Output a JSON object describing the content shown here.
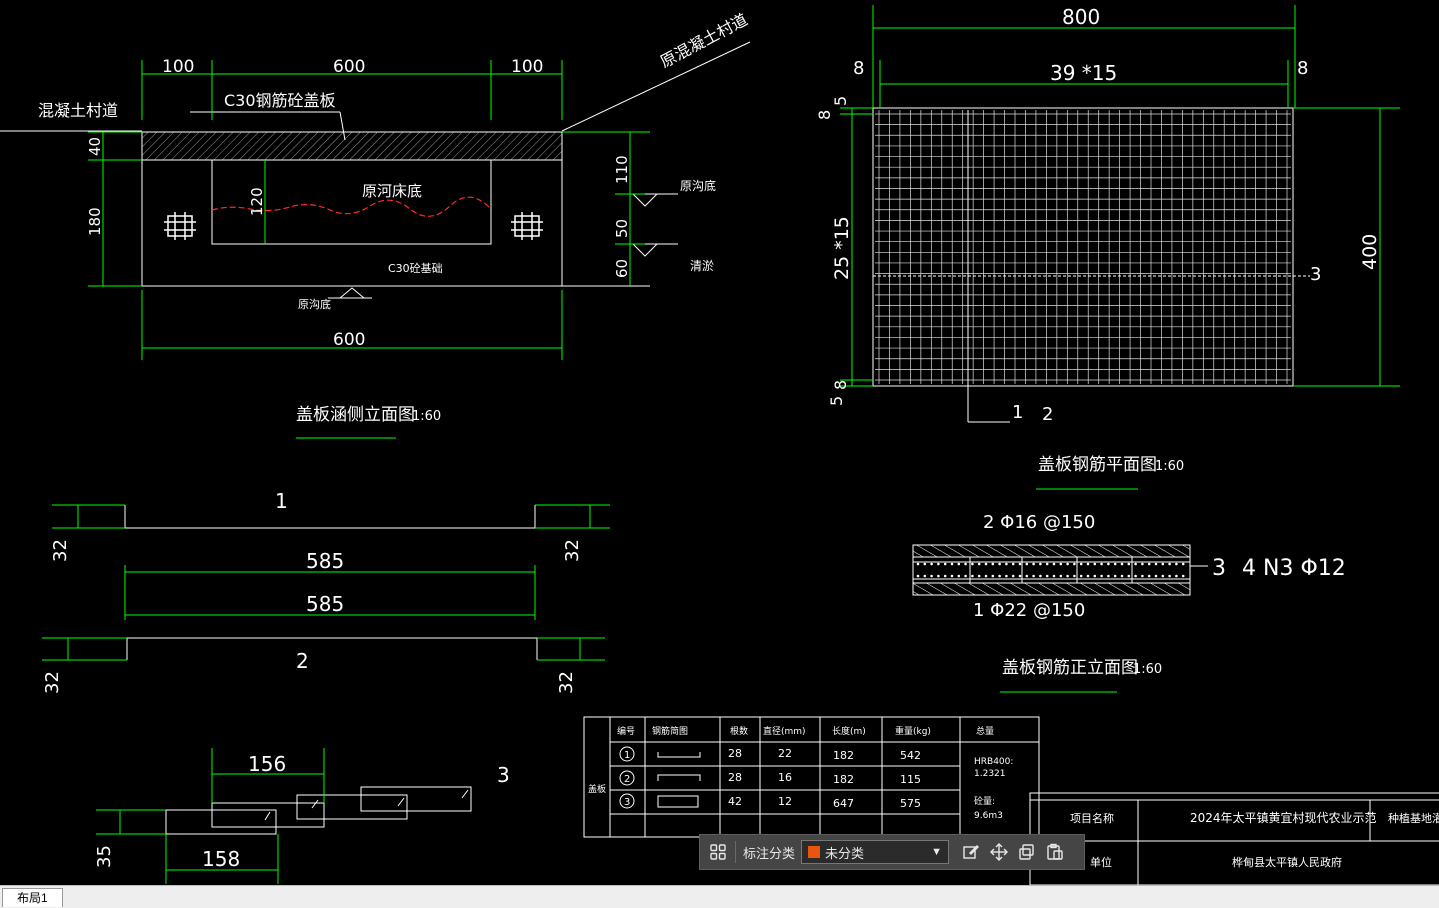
{
  "toolbar": {
    "label": "标注分类",
    "selected": "未分类",
    "swatch_color": "#e8550f",
    "icons": [
      "grid-icon",
      "edit-icon",
      "move-icon",
      "copy-icon",
      "paste-icon"
    ]
  },
  "layout_tab": "布局1",
  "colors": {
    "background": "#000000",
    "dimension": "#00ff00",
    "line": "#ffffff",
    "riverbed": "#ff0000"
  },
  "side_view": {
    "title": "盖板涵侧立面图",
    "scale": "1:60",
    "label_road": "混凝土村道",
    "label_existing_road": "原混凝土村道",
    "label_slab": "C30钢筋砼盖板",
    "label_riverbed": "原河床底",
    "label_concrete": "C30砼基础",
    "label_river_bottom": "原沟底",
    "label_cleanup": "清淤",
    "label_bottom": "原沟底",
    "dim_top": [
      "100",
      "600",
      "100"
    ],
    "dim_bottom": "600",
    "dim_left": [
      "40",
      "180"
    ],
    "dim_inner": "120",
    "dim_right": [
      "110",
      "50",
      "60"
    ]
  },
  "plan_view": {
    "title": "盖板钢筋平面图",
    "scale": "1:60",
    "dim_width": "800",
    "dim_grid_x": "39 *15",
    "dim_edge_left": "8",
    "dim_edge_right": "8",
    "dim_top_small": [
      "8",
      "5"
    ],
    "dim_bottom_small": [
      "5",
      "8"
    ],
    "dim_grid_y": "25 *15",
    "dim_height": "400",
    "callout_3": "3",
    "callout_1": "1",
    "callout_2": "2"
  },
  "front_view": {
    "title": "盖板钢筋正立面图",
    "scale": "1:60",
    "bar_2": "2  Φ16 @150",
    "bar_1": "1  Φ22 @150",
    "bar_3": "3",
    "bar_4": "4 N3 Φ12"
  },
  "bar_details": {
    "bar1_label": "1",
    "bar1_len": "585",
    "bar1_hook": "32",
    "bar2_label": "2",
    "bar2_len": "585",
    "bar2_hook": "32",
    "bar3_label": "3",
    "bar3_top": "156",
    "bar3_bottom": "158",
    "bar3_side": "35"
  },
  "rebar_table": {
    "side_label": "盖板",
    "headers": [
      "编号",
      "钢筋简图",
      "根数",
      "直径(mm)",
      "长度(m)",
      "重量(kg)",
      "总量"
    ],
    "rows": [
      {
        "no": "1",
        "count": "28",
        "dia": "22",
        "len": "182",
        "weight": "542"
      },
      {
        "no": "2",
        "count": "28",
        "dia": "16",
        "len": "182",
        "weight": "115"
      },
      {
        "no": "3",
        "count": "42",
        "dia": "12",
        "len": "647",
        "weight": "575"
      }
    ],
    "total_1": "HRB400:",
    "total_2": "1.2321",
    "total_3": "砼量:",
    "total_4": "9.6m3"
  },
  "title_block": {
    "project_label": "项目名称",
    "project_value": "2024年太平镇黄宜村现代农业示范",
    "project_extra": "种植基地灌溉渠",
    "unit_label": "单位",
    "unit_value": "桦甸县太平镇人民政府"
  }
}
